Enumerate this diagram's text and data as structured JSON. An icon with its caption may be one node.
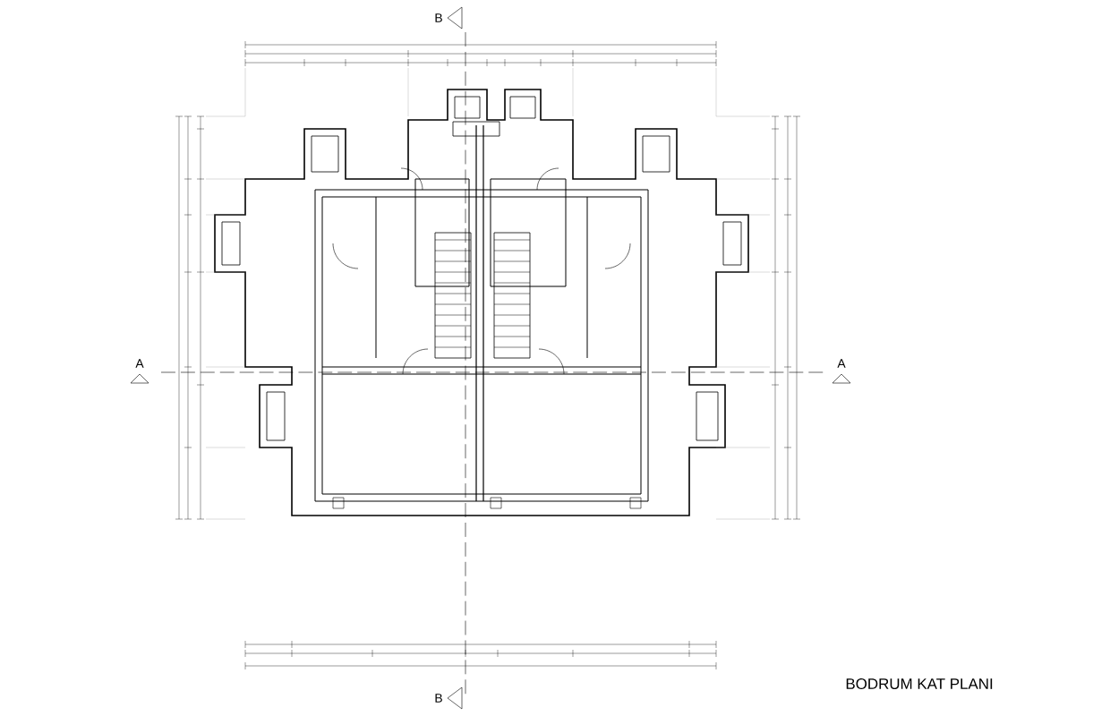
{
  "diagram": {
    "title": "BODRUM KAT PLANI",
    "labels": [
      "B",
      "A",
      "A",
      "B"
    ]
  }
}
